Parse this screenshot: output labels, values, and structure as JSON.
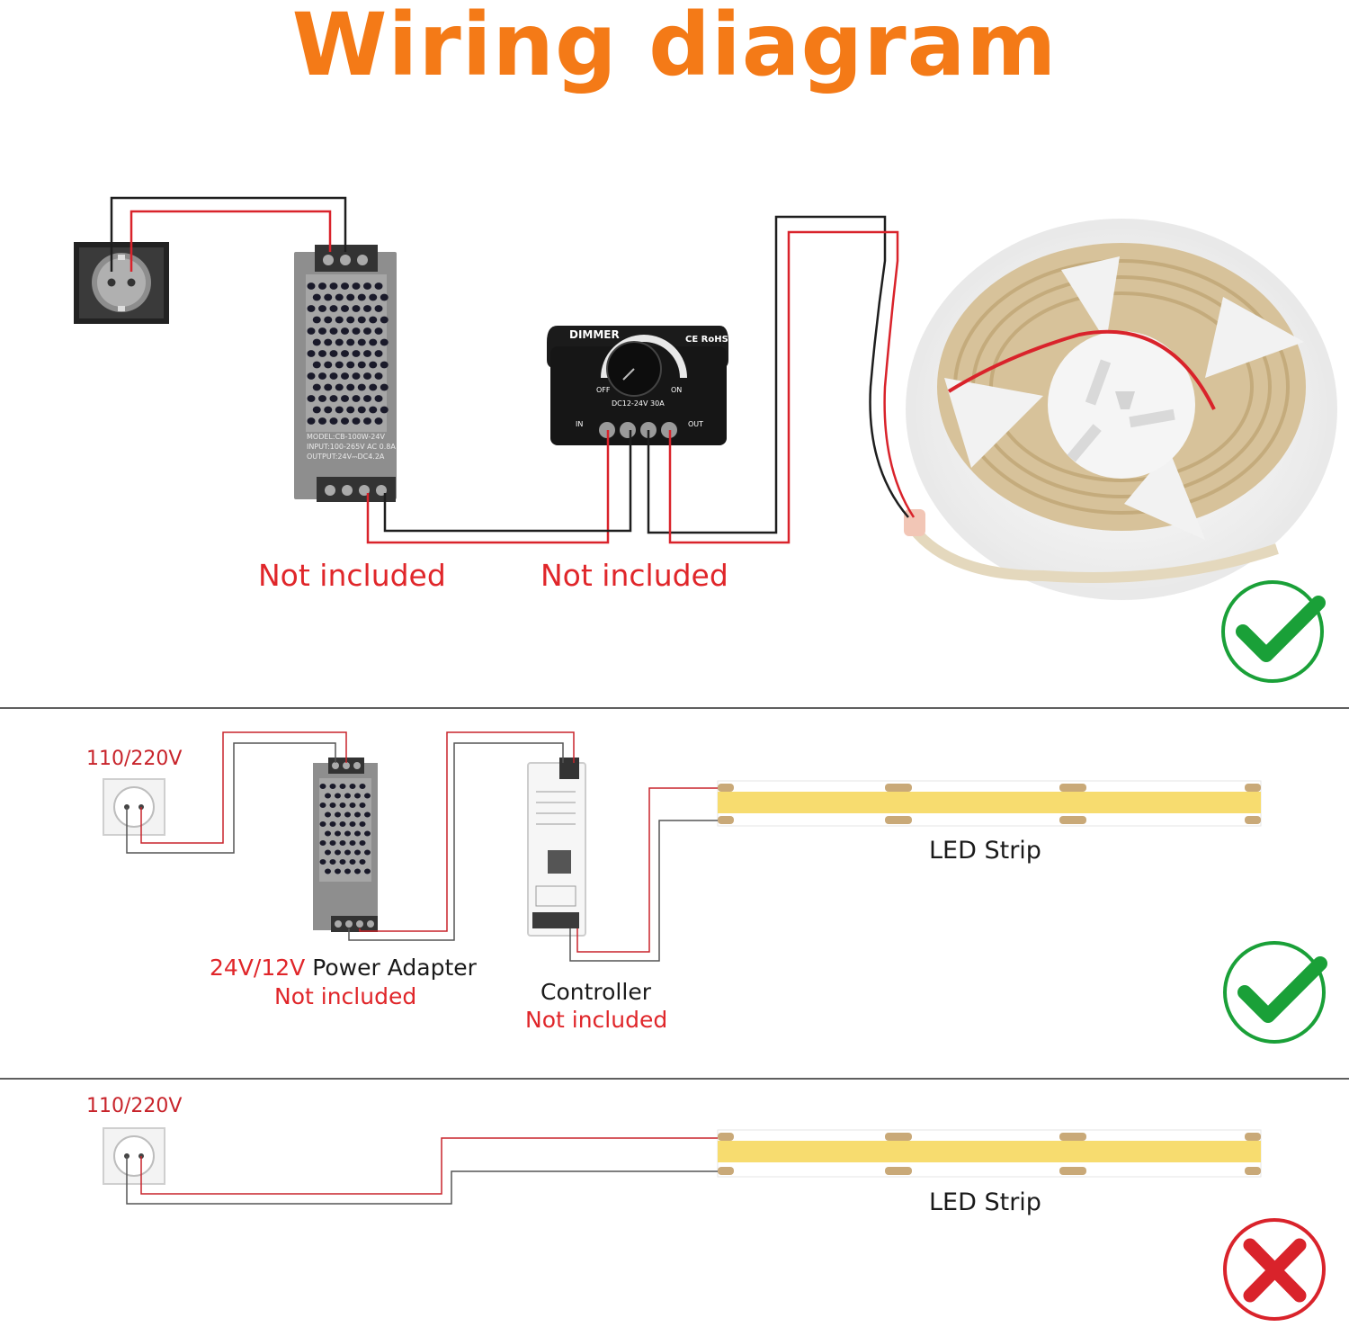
{
  "title": "Wiring diagram",
  "colors": {
    "title": "#f47a17",
    "not_included": "#e0262a",
    "voltage_label": "#b52a2a",
    "wire_red": "#d9232b",
    "wire_black": "#1e1e1e",
    "check": "#1aa038",
    "cross": "#d9232b",
    "strip_yellow": "#f7dc6f"
  },
  "section1": {
    "psu": {
      "not_included": "Not included",
      "model": "MODEL:CB-100W-24V",
      "input": "INPUT:100-265V AC 0.8A",
      "output": "OUTPUT:24V⎓DC4.2A"
    },
    "dimmer": {
      "not_included": "Not included",
      "name": "DIMMER",
      "cert": "CE RoHS",
      "off": "OFF",
      "on": "ON",
      "rating": "DC12-24V 30A",
      "in": "IN",
      "out": "OUT"
    },
    "status_icon": "check-icon"
  },
  "section2": {
    "voltage": "110/220V",
    "adapter_label_colored": "24V/12V",
    "adapter_label_rest": " Power Adapter",
    "adapter_not_included": "Not included",
    "controller_label": "Controller",
    "controller_not_included": "Not included",
    "strip_label": "LED Strip",
    "status_icon": "check-icon"
  },
  "section3": {
    "voltage": "110/220V",
    "strip_label": "LED Strip",
    "status_icon": "cross-icon"
  }
}
